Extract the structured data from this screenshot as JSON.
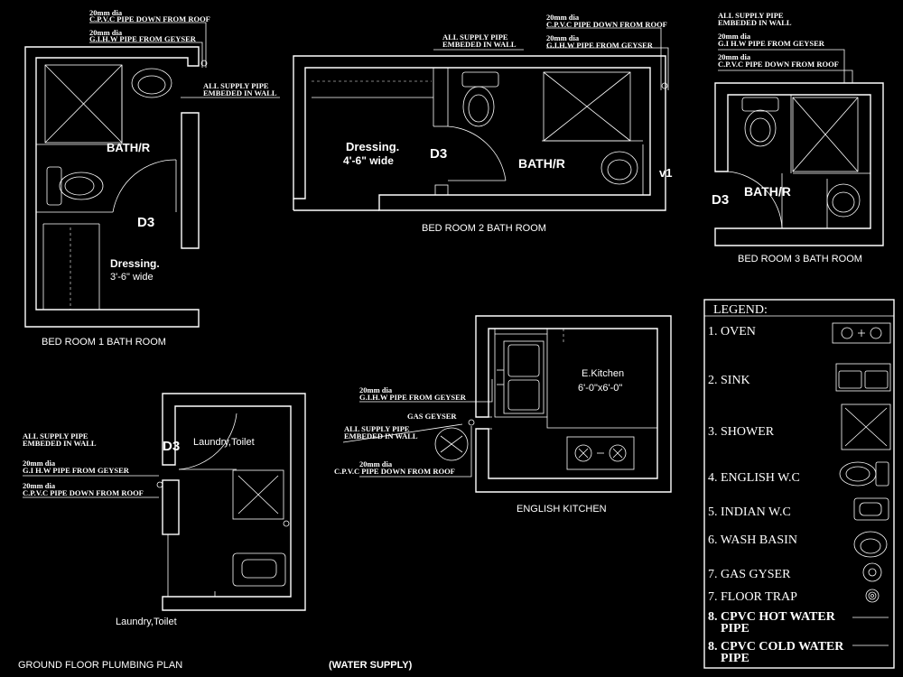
{
  "title": "GROUND FLOOR PLUMBING PLAN",
  "subtitle": "(WATER SUPPLY)",
  "notes": {
    "cpvc_roof": "C.P.V.C PIPE DOWN FROM ROOF",
    "cpvc_roof2": "C.P.V.C  PIPE DOWN FROM ROOF",
    "gi_hw": "G.I.H.W PIPE FROM GEYSER",
    "gi_hw2": "G.I H.W PIPE FROM GEYSER",
    "dia": "20mm dia",
    "supply_1": "ALL SUPPLY PIPE",
    "supply_2": "EMBEDED IN WALL",
    "supply_1b": "ALL SUPPLY PIPE",
    "supply_2b": "EMBEDED IN WALL",
    "gas_geyser": "GAS GEYSER"
  },
  "rooms": {
    "bed1": {
      "bath": "BATH/R",
      "door": "D3",
      "dressing": "Dressing.",
      "dressing_width": "3'-6\" wide",
      "caption": "BED ROOM 1 BATH ROOM"
    },
    "bed2": {
      "bath": "BATH/R",
      "door": "D3",
      "dressing": "Dressing.",
      "dressing_width": "4'-6\" wide",
      "window": "v1",
      "caption": "BED ROOM 2 BATH ROOM"
    },
    "bed3": {
      "bath": "BATH/R",
      "door": "D3",
      "caption": "BED ROOM 3 BATH ROOM"
    },
    "laundry": {
      "label": "Laundry,Toilet",
      "door": "D3",
      "caption": "Laundry,Toilet"
    },
    "kitchen": {
      "name": "E.Kitchen",
      "size": "6'-0\"x6'-0\"",
      "caption": "ENGLISH KITCHEN"
    }
  },
  "legend": {
    "title": "LEGEND:",
    "items": [
      "1. OVEN",
      "2. SINK",
      "3. SHOWER",
      "4. ENGLISH W.C",
      "5. INDIAN W.C",
      "6. WASH BASIN",
      "7. GAS GYSER",
      "7. FLOOR TRAP"
    ],
    "hot_1": "8. CPVC  HOT WATER",
    "hot_2": "PIPE",
    "cold_1": "8. CPVC  COLD WATER",
    "cold_2": "PIPE"
  }
}
